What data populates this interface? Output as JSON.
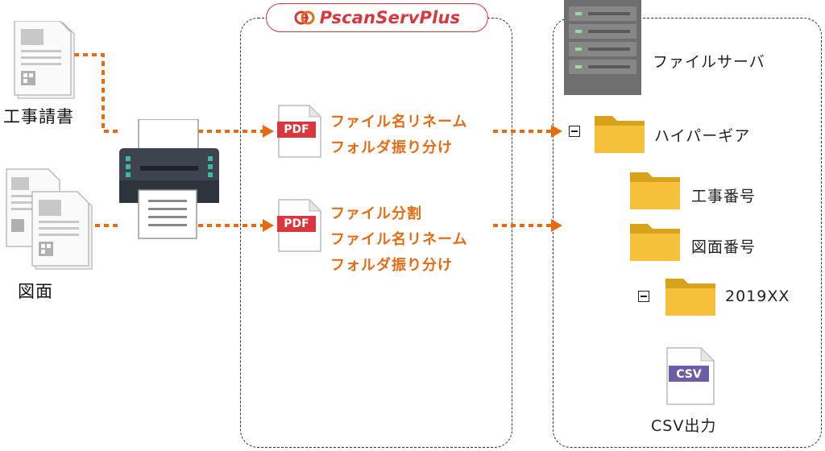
{
  "logo": {
    "text": "PscanServPlus",
    "color": "#d9363e"
  },
  "inputs": [
    {
      "label": "工事請書"
    },
    {
      "label": "図面"
    }
  ],
  "pdf_badge": "PDF",
  "pdf_groups": [
    {
      "lines": [
        "ファイル名リネーム",
        "フォルダ振り分け"
      ]
    },
    {
      "lines": [
        "ファイル分割",
        "ファイル名リネーム",
        "フォルダ振り分け"
      ]
    }
  ],
  "server": {
    "label": "ファイルサーバ",
    "folders": [
      {
        "label": "ハイパーギア"
      },
      {
        "label": "工事番号"
      },
      {
        "label": "図面番号"
      },
      {
        "label": "2019XX"
      }
    ]
  },
  "csv": {
    "badge": "CSV",
    "label": "CSV出力"
  },
  "colors": {
    "accent": "#e86b14",
    "folder": "#f5c03a",
    "pdf": "#d9363e",
    "csv": "#6b5ea6",
    "printer": "#3d4450"
  }
}
